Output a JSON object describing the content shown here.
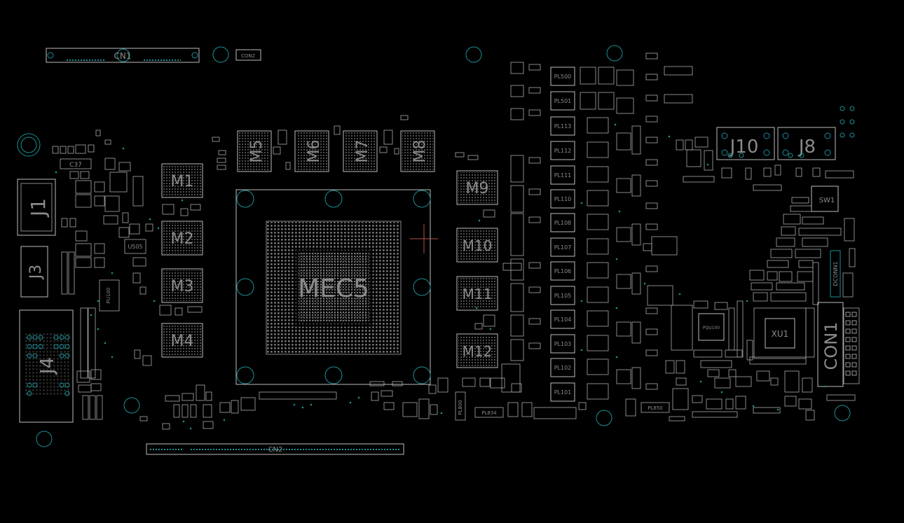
{
  "colors": {
    "background": "#000000",
    "outline": "#bdbdbd",
    "label": "#8a8a8a",
    "pad_teal": "#1b8f95",
    "marker": "#b35050"
  },
  "labels": {
    "gpu": "MEC5",
    "memory": [
      "M1",
      "M2",
      "M3",
      "M4",
      "M5",
      "M6",
      "M7",
      "M8",
      "M9",
      "M10",
      "M11",
      "M12"
    ],
    "connectors": {
      "cn1": "CN1",
      "cn2": "CN2",
      "con2": "CON2",
      "con1": "CON1",
      "j1": "J1",
      "j3": "J3",
      "j4": "J4",
      "j8": "J8",
      "j10": "J10",
      "sw1": "SW1",
      "xu1": "XU1",
      "dconn": "DCONN1"
    },
    "small_parts": {
      "c37": "C37",
      "u505": "U505",
      "pu100": "PU100",
      "pqu100": "PQU100",
      "pl800": "PL800",
      "pl850": "PL850",
      "pl834": "PL834",
      "pl500": "PL500",
      "pl501": "PL501",
      "pl_stack": [
        "PL113",
        "PL112",
        "PL111",
        "PL110",
        "PL108",
        "PL107",
        "PL106",
        "PL105",
        "PL104",
        "PL103",
        "PL102",
        "PL101"
      ]
    }
  }
}
